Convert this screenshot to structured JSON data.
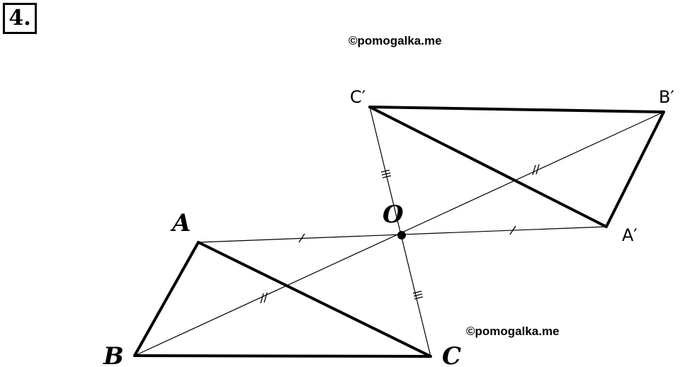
{
  "problem_number": "4.",
  "watermarks": [
    "©pomogalka.me",
    "©pomogalka.me"
  ],
  "points": {
    "A": "A",
    "B": "B",
    "C": "C",
    "O": "O",
    "A_prime": "A′",
    "B_prime": "B′",
    "C_prime": "C′"
  },
  "colors": {
    "ink": "#000000",
    "background": "#ffffff"
  }
}
